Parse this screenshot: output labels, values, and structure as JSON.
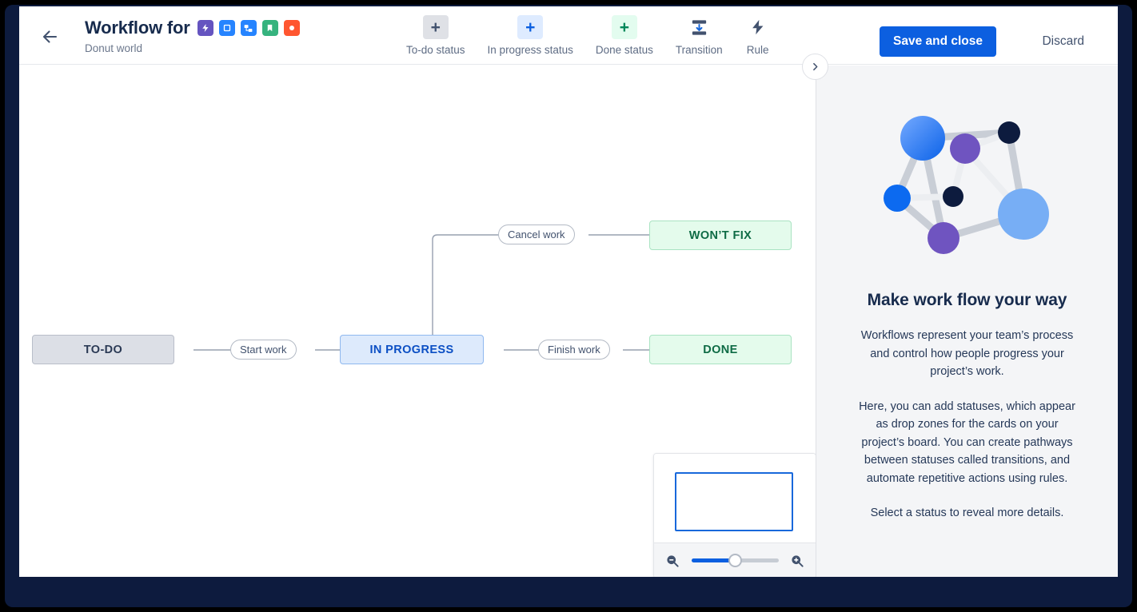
{
  "header": {
    "back_icon": "back-arrow-icon",
    "title": "Workflow for",
    "subtitle": "Donut world",
    "issue_type_icons": [
      {
        "name": "epic-icon",
        "glyph": "⚡",
        "bg": "#6554c0",
        "fg": "#ffffff"
      },
      {
        "name": "story-icon",
        "glyph": "□",
        "bg": "#2684ff",
        "fg": "#ffffff"
      },
      {
        "name": "subtask-icon",
        "glyph": "⬚",
        "bg": "#2684ff",
        "fg": "#ffffff"
      },
      {
        "name": "task-icon",
        "glyph": "☑",
        "bg": "#36b37e",
        "fg": "#ffffff"
      },
      {
        "name": "bug-icon",
        "glyph": "●",
        "bg": "#ff5630",
        "fg": "#ffffff"
      }
    ],
    "toolbar": [
      {
        "name": "add-todo-status-button",
        "label": "To-do status",
        "glyph": "+",
        "bg": "#dfe1e6",
        "fg": "#42526e"
      },
      {
        "name": "add-inprogress-status-button",
        "label": "In progress status",
        "glyph": "+",
        "bg": "#deebff",
        "fg": "#0c5fe0"
      },
      {
        "name": "add-done-status-button",
        "label": "Done status",
        "glyph": "+",
        "bg": "#e3fcef",
        "fg": "#00875a"
      },
      {
        "name": "add-transition-button",
        "label": "Transition",
        "glyph": "transition-icon",
        "bg": "transparent",
        "fg": "#42526e"
      },
      {
        "name": "add-rule-button",
        "label": "Rule",
        "glyph": "rule-bolt-icon",
        "bg": "transparent",
        "fg": "#42526e"
      }
    ],
    "save_label": "Save and close",
    "discard_label": "Discard",
    "accent_color": "#0c5fe0"
  },
  "canvas": {
    "panel_toggle_icon": "chevron-right-icon",
    "nodes": [
      {
        "name": "status-node-todo",
        "label": "TO-DO",
        "category": "todo"
      },
      {
        "name": "status-node-in-progress",
        "label": "IN PROGRESS",
        "category": "inprogress"
      },
      {
        "name": "status-node-done",
        "label": "DONE",
        "category": "done"
      },
      {
        "name": "status-node-wont-fix",
        "label": "WON’T FIX",
        "category": "done"
      }
    ],
    "transitions": [
      {
        "name": "transition-start-work",
        "label": "Start work",
        "from": "TO-DO",
        "to": "IN PROGRESS"
      },
      {
        "name": "transition-finish-work",
        "label": "Finish work",
        "from": "IN PROGRESS",
        "to": "DONE"
      },
      {
        "name": "transition-cancel-work",
        "label": "Cancel work",
        "from": "IN PROGRESS",
        "to": "WON’T FIX"
      }
    ]
  },
  "minimap": {
    "zoom_out_icon": "zoom-out-icon",
    "zoom_in_icon": "zoom-in-icon",
    "zoom_percent": 50
  },
  "panel": {
    "illustration": "network-graph-illustration",
    "title": "Make work flow your way",
    "paragraph_1": "Workflows represent your team’s process and control how people progress your project’s work.",
    "paragraph_2": "Here, you can add statuses, which appear as drop zones for the cards on your project’s board. You can create pathways between statuses called transitions, and automate repetitive actions using rules.",
    "paragraph_3": "Select a status to reveal more details."
  }
}
